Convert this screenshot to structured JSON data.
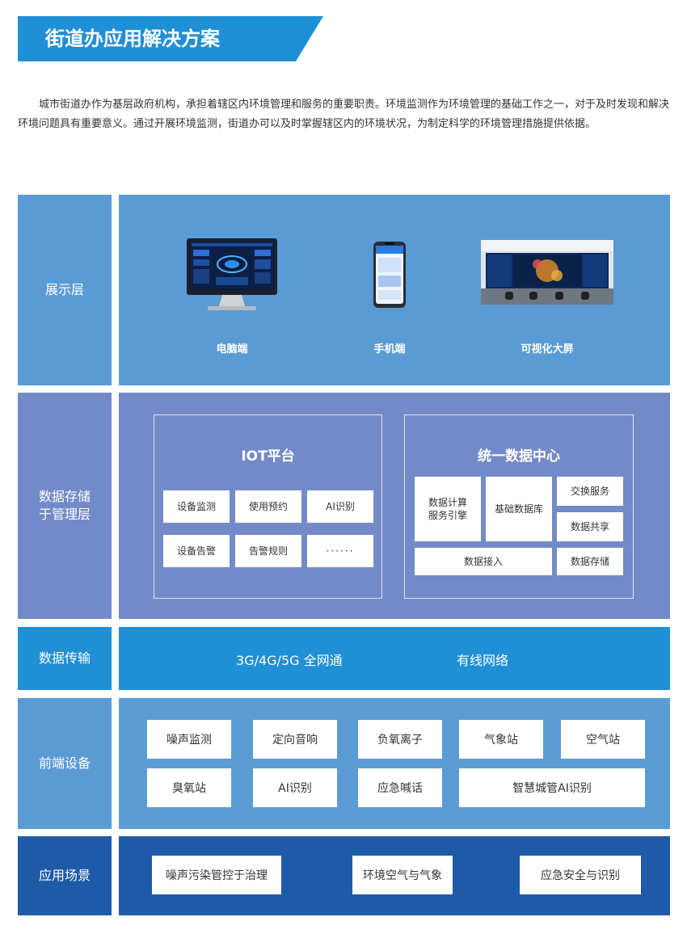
{
  "title": "街道办应用解决方案",
  "intro": "城市街道办作为基层政府机构，承担着辖区内环境管理和服务的重要职责。环境监测作为环境管理的基础工作之一，对于及时发现和解决环境问题具有重要意义。通过开展环境监测，街道办可以及时掌握辖区内的环境状况，为制定科学的环境管理措施提供依据。",
  "layers": {
    "display": {
      "label": "展示层",
      "items": [
        {
          "icon": "desktop-monitor-icon",
          "label": "电脑端"
        },
        {
          "icon": "mobile-phone-icon",
          "label": "手机端"
        },
        {
          "icon": "video-wall-icon",
          "label": "可视化大屏"
        }
      ]
    },
    "storage": {
      "label": "数据存储\n于管理层",
      "iot": {
        "title": "IOT平台",
        "boxes": [
          "设备监测",
          "使用预约",
          "AI识别",
          "设备告警",
          "告警规则",
          "······"
        ]
      },
      "data_center": {
        "title": "统一数据中心",
        "compute": "数据计算\n服务引擎",
        "base_db": "基础数据库",
        "exchange": "交换服务",
        "share": "数据共享",
        "access": "数据接入",
        "store": "数据存储"
      }
    },
    "transmission": {
      "label": "数据传输",
      "items": [
        "3G/4G/5G 全网通",
        "有线网络"
      ]
    },
    "frontend": {
      "label": "前端设备",
      "row1": [
        "噪声监测",
        "定向音响",
        "负氧离子",
        "气象站",
        "空气站"
      ],
      "row2": [
        "臭氧站",
        "AI识别",
        "应急喊话",
        "智慧城管AI识别"
      ]
    },
    "application": {
      "label": "应用场景",
      "items": [
        "噪声污染管控于治理",
        "环境空气与气象",
        "应急安全与识别"
      ]
    }
  },
  "colors": {
    "title_banner": "#1f8fd6",
    "display_layer": "#5b9bd5",
    "storage_layer": "#728ac7",
    "transmission_layer": "#1f8fd6",
    "frontend_layer": "#5b9bd5",
    "application_layer": "#1e5aa8"
  }
}
